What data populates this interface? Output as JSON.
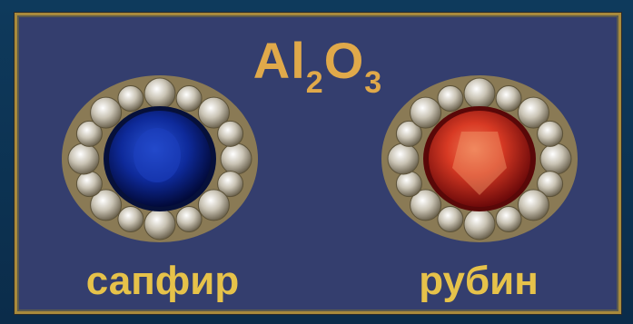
{
  "formula": {
    "base1": "Al",
    "sub1": "2",
    "base2": "O",
    "sub2": "3"
  },
  "gems": [
    {
      "label": "сапфир",
      "stone_icon": "sapphire-icon",
      "stone_color": "#0c1e7a"
    },
    {
      "label": "рубин",
      "stone_icon": "ruby-icon",
      "stone_color": "#c4281e"
    }
  ],
  "colors": {
    "panel": "#343e6e",
    "border": "#a88a3c",
    "formula": "#e0a94a",
    "label": "#e6c24a"
  }
}
